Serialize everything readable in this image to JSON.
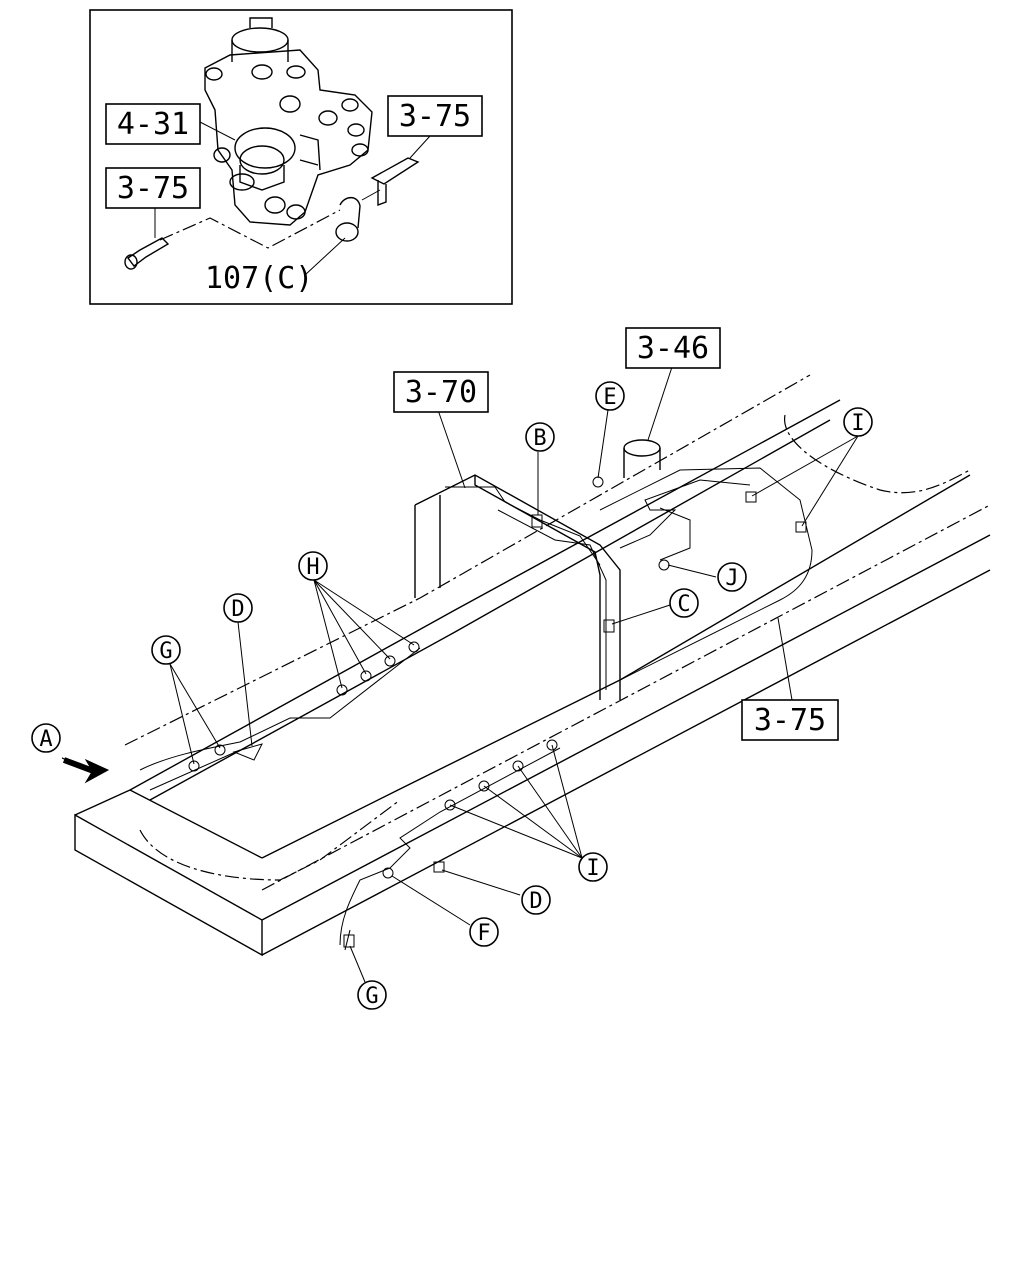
{
  "inset": {
    "refs": [
      "4-31",
      "3-75",
      "3-75"
    ],
    "part_label": "107(C)"
  },
  "refs": {
    "r346": "3-46",
    "r370": "3-70",
    "r375": "3-75"
  },
  "letters": {
    "A": "A",
    "B": "B",
    "C": "C",
    "D1": "D",
    "D2": "D",
    "E": "E",
    "F": "F",
    "G1": "G",
    "G2": "G",
    "H": "H",
    "I1": "I",
    "I2": "I",
    "J": "J"
  },
  "icons": {
    "view_arrow": "arrow-right-icon"
  }
}
